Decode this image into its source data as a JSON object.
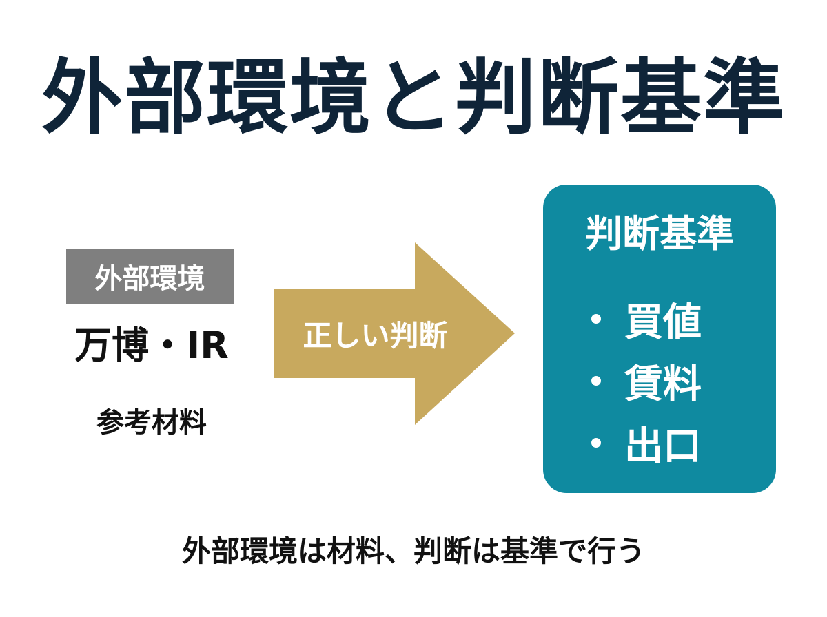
{
  "title": "外部環境と判断基準",
  "left": {
    "badge": "外部環境",
    "main": "万博・IR",
    "sub": "参考材料"
  },
  "arrow": {
    "label": "正しい判断"
  },
  "criteria": {
    "title": "判断基準",
    "items": [
      "買値",
      "賃料",
      "出口"
    ]
  },
  "footer": "外部環境は材料、判断は基準で行う",
  "colors": {
    "title_text": "#0f2438",
    "badge_bg": "#7f7f7f",
    "arrow_fill": "#c8a95e",
    "criteria_bg": "#0f8aa0"
  }
}
